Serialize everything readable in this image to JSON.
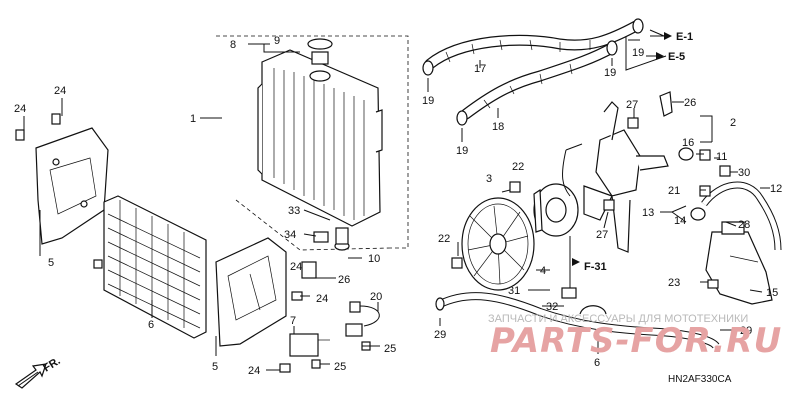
{
  "diagram": {
    "callouts": [
      {
        "id": "c-8",
        "text": "8"
      },
      {
        "id": "c-9",
        "text": "9"
      },
      {
        "id": "c-1",
        "text": "1"
      },
      {
        "id": "c-24a",
        "text": "24"
      },
      {
        "id": "c-24b",
        "text": "24"
      },
      {
        "id": "c-5a",
        "text": "5"
      },
      {
        "id": "c-6a",
        "text": "6"
      },
      {
        "id": "c-33",
        "text": "33"
      },
      {
        "id": "c-34",
        "text": "34"
      },
      {
        "id": "c-10",
        "text": "10"
      },
      {
        "id": "c-26a",
        "text": "26"
      },
      {
        "id": "c-24c",
        "text": "24"
      },
      {
        "id": "c-20",
        "text": "20"
      },
      {
        "id": "c-24d",
        "text": "24"
      },
      {
        "id": "c-7",
        "text": "7"
      },
      {
        "id": "c-25a",
        "text": "25"
      },
      {
        "id": "c-25b",
        "text": "25"
      },
      {
        "id": "c-5b",
        "text": "5"
      },
      {
        "id": "c-24e",
        "text": "24"
      },
      {
        "id": "c-17",
        "text": "17"
      },
      {
        "id": "c-19a",
        "text": "19"
      },
      {
        "id": "c-19b",
        "text": "19"
      },
      {
        "id": "c-19c",
        "text": "19"
      },
      {
        "id": "c-18",
        "text": "18"
      },
      {
        "id": "c-19d",
        "text": "19"
      },
      {
        "id": "c-27a",
        "text": "27"
      },
      {
        "id": "c-26b",
        "text": "26"
      },
      {
        "id": "c-2",
        "text": "2"
      },
      {
        "id": "c-16",
        "text": "16"
      },
      {
        "id": "c-11",
        "text": "11"
      },
      {
        "id": "c-30",
        "text": "30"
      },
      {
        "id": "c-3",
        "text": "3"
      },
      {
        "id": "c-22a",
        "text": "22"
      },
      {
        "id": "c-21",
        "text": "21"
      },
      {
        "id": "c-12",
        "text": "12"
      },
      {
        "id": "c-13",
        "text": "13"
      },
      {
        "id": "c-14",
        "text": "14"
      },
      {
        "id": "c-28",
        "text": "28"
      },
      {
        "id": "c-27b",
        "text": "27"
      },
      {
        "id": "c-22b",
        "text": "22"
      },
      {
        "id": "c-4",
        "text": "4"
      },
      {
        "id": "c-23",
        "text": "23"
      },
      {
        "id": "c-15",
        "text": "15"
      },
      {
        "id": "c-31",
        "text": "31"
      },
      {
        "id": "c-32",
        "text": "32"
      },
      {
        "id": "c-29a",
        "text": "29"
      },
      {
        "id": "c-29b",
        "text": "29"
      },
      {
        "id": "c-6b",
        "text": "6"
      }
    ],
    "references": {
      "e1": "E-1",
      "e5": "E-5",
      "f31": "F-31",
      "fr": "FR."
    },
    "watermark": {
      "line1": "ЗАПЧАСТИ И АКСЕССУАРЫ ДЛЯ МОТОТЕХНИКИ",
      "line2": "PARTS-FOR.RU"
    },
    "diagram_code": "HN2AF330CA"
  }
}
